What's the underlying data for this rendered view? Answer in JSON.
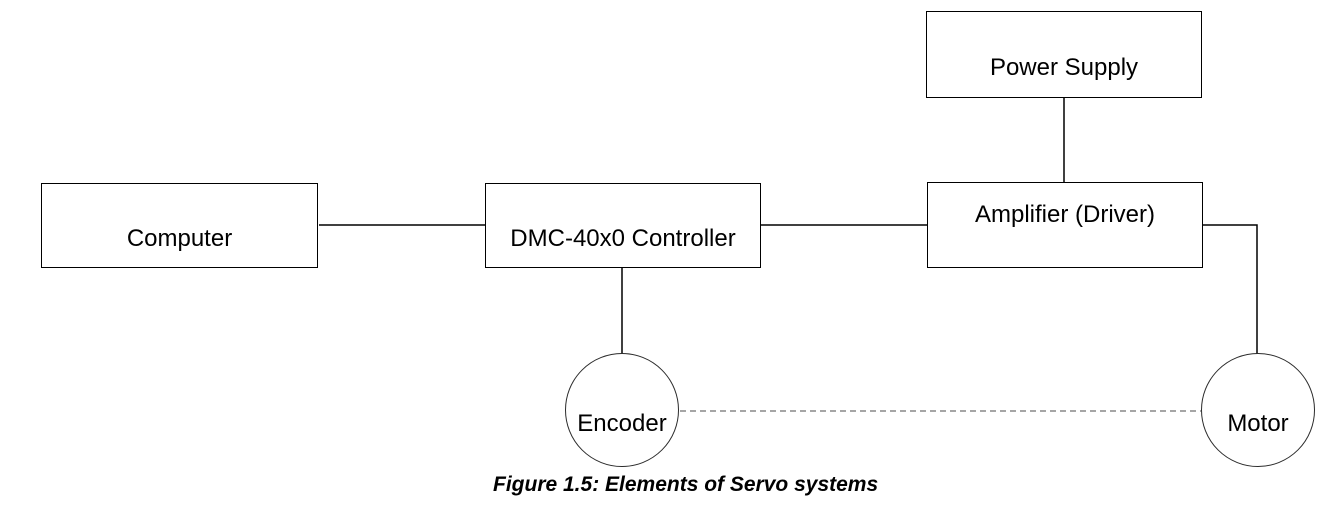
{
  "figure": {
    "caption": "Figure 1.5: Elements of Servo systems"
  },
  "nodes": {
    "computer": {
      "label": "Computer",
      "shape": "rectangle"
    },
    "controller": {
      "label": "DMC-40x0 Controller",
      "shape": "rectangle"
    },
    "amplifier": {
      "label": "Amplifier (Driver)",
      "shape": "rectangle"
    },
    "power_supply": {
      "label": "Power Supply",
      "shape": "rectangle"
    },
    "encoder": {
      "label": "Encoder",
      "shape": "circle"
    },
    "motor": {
      "label": "Motor",
      "shape": "circle"
    }
  },
  "edges": [
    {
      "from": "computer",
      "to": "controller",
      "style": "solid"
    },
    {
      "from": "controller",
      "to": "amplifier",
      "style": "solid"
    },
    {
      "from": "power_supply",
      "to": "amplifier",
      "style": "solid"
    },
    {
      "from": "controller",
      "to": "encoder",
      "style": "solid"
    },
    {
      "from": "amplifier",
      "to": "motor",
      "style": "solid"
    },
    {
      "from": "encoder",
      "to": "motor",
      "style": "dashed"
    }
  ],
  "colors": {
    "line": "#000000",
    "dashed_line": "#a6a6a6",
    "background": "#ffffff",
    "text": "#000000"
  }
}
